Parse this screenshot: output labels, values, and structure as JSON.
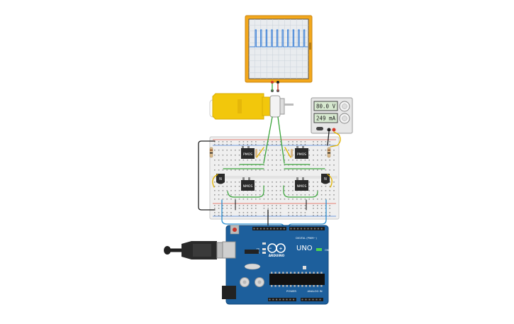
{
  "power_supply": {
    "voltage": "80.0 V",
    "current": "249 mA"
  },
  "breadboard": {
    "pmos_label": "PMOS",
    "nmos_label": "NMOS",
    "npn_label": "N"
  },
  "arduino": {
    "brand": "ARDUINO",
    "model": "UNO",
    "digital_label": "DIGITAL (PWM~)",
    "power_label": "POWER",
    "analog_label": "ANALOG IN",
    "on_label": "ON",
    "tx_label": "TX",
    "rx_label": "RX"
  },
  "oscilloscope": {
    "pulses": 10
  },
  "colors": {
    "wire_green": "#3aa43a",
    "wire_blue": "#2b8fd0",
    "wire_yellow": "#e2b400",
    "wire_black": "#222222",
    "wire_red": "#d23a2a",
    "arduino_blue": "#1d5f9c",
    "motor_yellow": "#f2c70c",
    "scope_orange": "#f3a81c",
    "scope_trace": "#3a7fd6"
  }
}
